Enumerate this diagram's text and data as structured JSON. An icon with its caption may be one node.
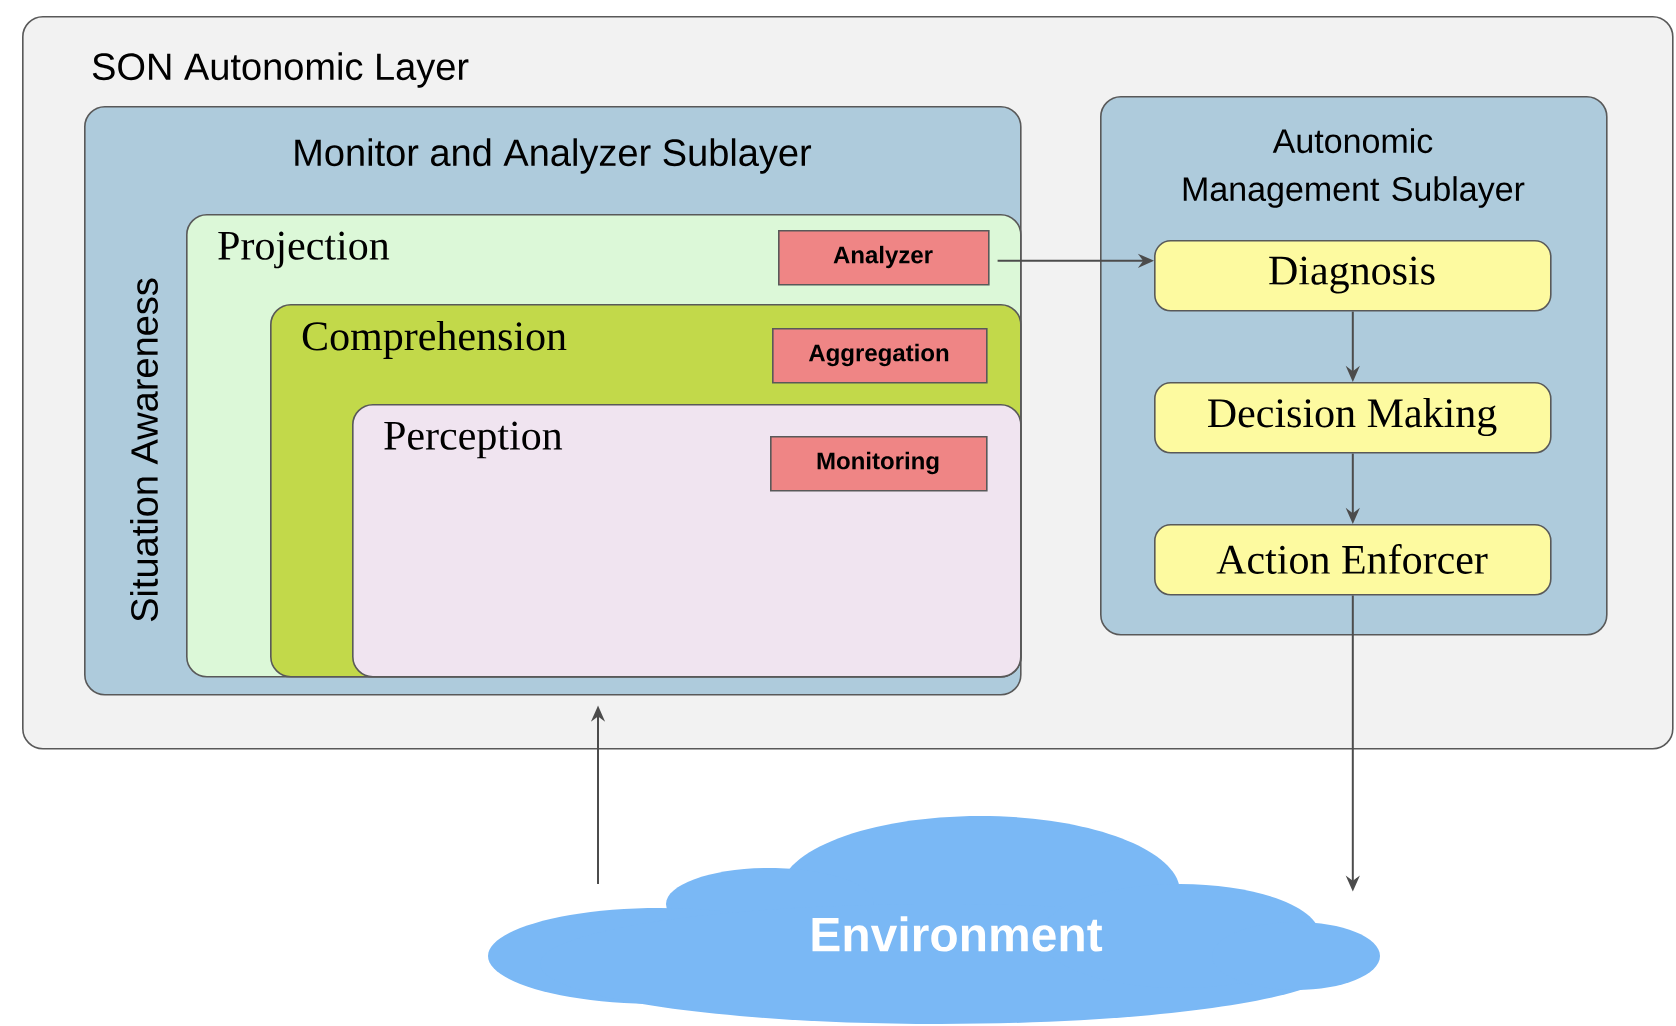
{
  "diagram": {
    "nodes": [
      {
        "text": [
          "SON Autonomic Layer"
        ]
      },
      {
        "text": [
          "Monitor and Analyzer Sublayer",
          "Situation Awareness"
        ],
        "in": 0
      },
      {
        "text": [
          "Projection"
        ],
        "in": 1
      },
      {
        "text": [
          "Analyzer"
        ],
        "in": 2
      },
      {
        "text": [
          "Comprehension"
        ],
        "in": 2
      },
      {
        "text": [
          "Aggregation"
        ],
        "in": 4
      },
      {
        "text": [
          "Perception"
        ],
        "in": 4
      },
      {
        "text": [
          "Monitoring"
        ],
        "in": 6
      },
      {
        "text": [
          "Autonomic Management Sublayer"
        ],
        "in": 0
      },
      {
        "text": [
          "Diagnosis"
        ],
        "in": 8
      },
      {
        "text": [
          "Decision Making"
        ],
        "in": 8
      },
      {
        "text": [
          "Action Enforcer"
        ],
        "in": 8
      },
      {
        "text": [
          "Environment"
        ]
      }
    ],
    "edges": [
      {
        "from": 3,
        "to": 9,
        "arrow": "to"
      },
      {
        "from": 9,
        "to": 10,
        "arrow": "to"
      },
      {
        "from": 10,
        "to": 11,
        "arrow": "to"
      },
      {
        "from": 11,
        "to": 12,
        "arrow": "to"
      },
      {
        "from": 12,
        "to": 1,
        "arrow": "to"
      }
    ]
  }
}
